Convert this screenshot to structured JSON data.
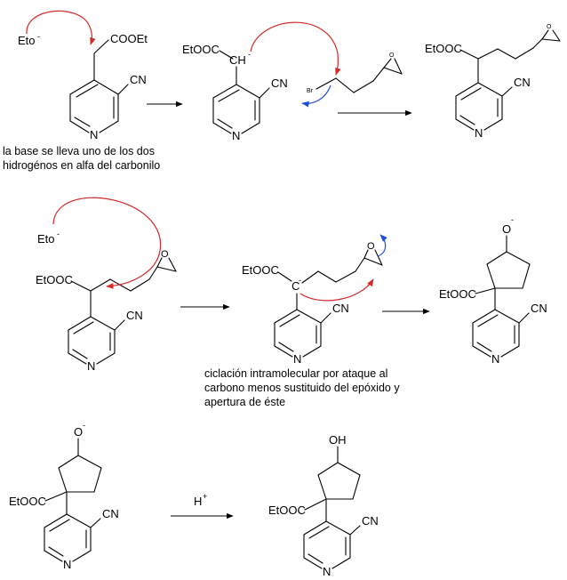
{
  "labels": {
    "eto": "Eto",
    "minus": "-",
    "cooet": "COOEt",
    "etooc": "EtOOC",
    "cn": "CN",
    "n": "N",
    "ch": "CH",
    "c": "C",
    "o": "O",
    "br": "Br",
    "oh": "OH",
    "h": "H",
    "plus": "+"
  },
  "notes": {
    "step1_line1": "la base se lleva uno de los dos",
    "step1_line2": "hidrogénos en alfa del carbonilo",
    "step2_line1": "ciclación intramolecular por ataque al",
    "step2_line2": "carbono menos sustituido del epóxido y",
    "step2_line3": "apertura de éste"
  },
  "colors": {
    "red_arrow": "#d42a2a",
    "blue_arrow": "#1f4fd0"
  }
}
